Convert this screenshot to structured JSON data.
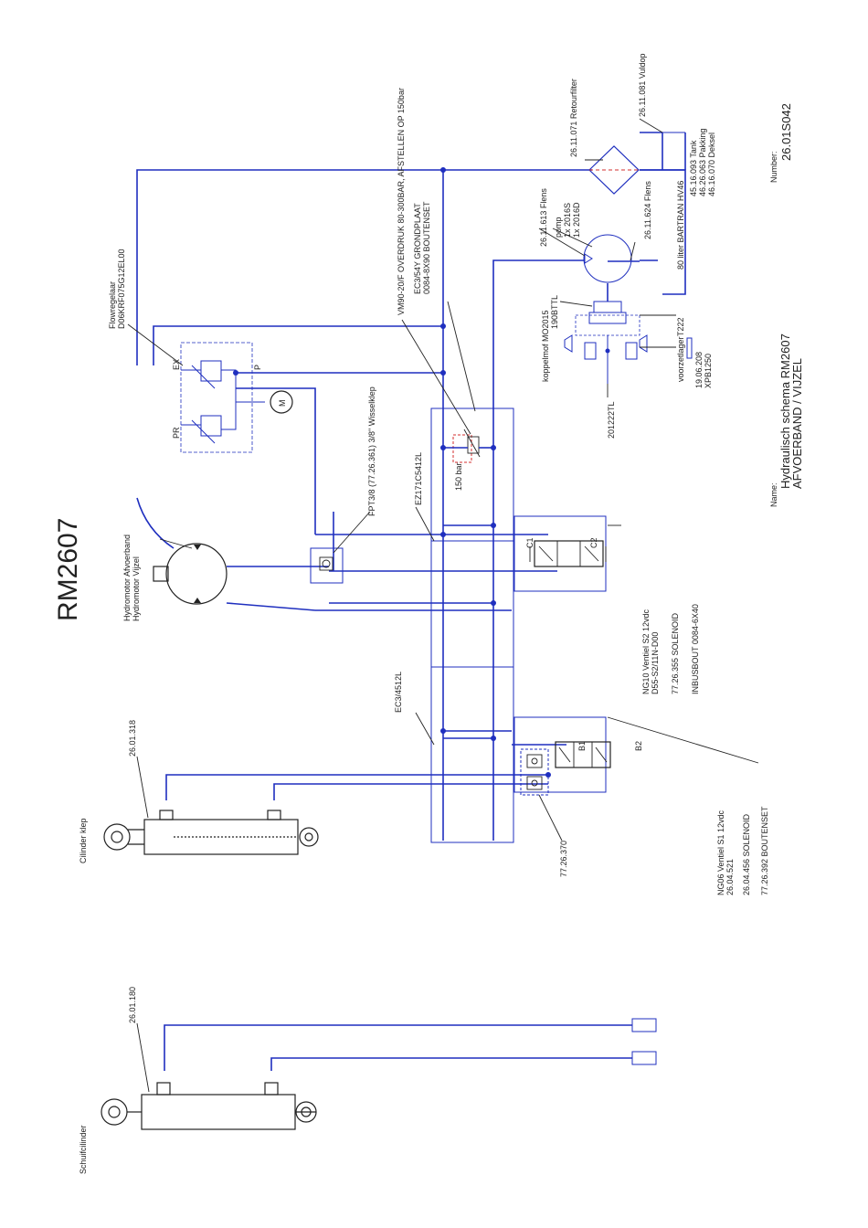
{
  "title": "RM2607",
  "colors": {
    "lines": "#1f2fbf",
    "outline": "#222222",
    "relief": "#d32f2f"
  },
  "labels": {
    "schuifcilinder": "Schuifcilinder",
    "schuif_nr": "26.01.180",
    "cilinder_klep": "Cilinder klep",
    "cilinder_nr": "26.01.318",
    "hydromotor": [
      "Hydromotor Afvoerband",
      "Hydromotor Vijzel"
    ],
    "flowregelaar": [
      "Flowregelaar",
      "D06KRF075G12EL00"
    ],
    "fpt": "FPT3/8 (77.26.361) 3/8\" Wisselklep",
    "ez171": "EZ171C5412L",
    "ec3_4512": "EC3/4512L",
    "ec3_grond": [
      "EC3/54Y GRONDPLAAT",
      "0084-8X90 BOUTENSET"
    ],
    "vm90": "VM90-20/F OVERDRUK 80-300BAR, AFSTELLEN OP 150bar",
    "bar150": "150 bar",
    "ng10": [
      "NG10 Ventiel S2 12vdc",
      "D55-S2/11N-D00"
    ],
    "ng10_sol": "77.26.355 SOLENOID",
    "ng10_bolt": "INBUSBOUT 0084-6X40",
    "ng06": [
      "NG06 Ventiel S1 12vdc",
      "26.04.521"
    ],
    "ng06_sol": "26.04.456 SOLENOID",
    "ng06_bolt": "77.26.392 BOUTENSET",
    "check_nr": "77.26.370",
    "flens1": "26.11.613 Flens",
    "pomp": [
      "pomp",
      "1x 2016S",
      "1x 2016D"
    ],
    "flens2": "26.11.624 Flens",
    "koppel": [
      "koppelmof MO2015",
      "190BTTL"
    ],
    "t222": "T222",
    "part201": "201222TL",
    "voorzet": "voorzetlager",
    "xpb": [
      "19.06.208",
      "XPB1250"
    ],
    "retourfilter": "26.11.071 Retourfilter",
    "vuldop": "26.11.081 Vuldop",
    "tank": [
      "45.16.093 Tank",
      "46.26.063 Pakking",
      "46.16.070 Deksel"
    ],
    "olie": "80 liter BARTRAN HV46",
    "pr": "PR",
    "ex": "EX",
    "p": "P",
    "m": "M",
    "c1": "C1",
    "c2": "C2",
    "b1": "B1",
    "b2": "B2"
  },
  "titleblock": {
    "name_label": "Name:",
    "name_lines": [
      "Hydraulisch schema RM2607",
      "AFVOERBAND / VIJZEL"
    ],
    "number_label": "Number:",
    "number": "26.01S042"
  }
}
